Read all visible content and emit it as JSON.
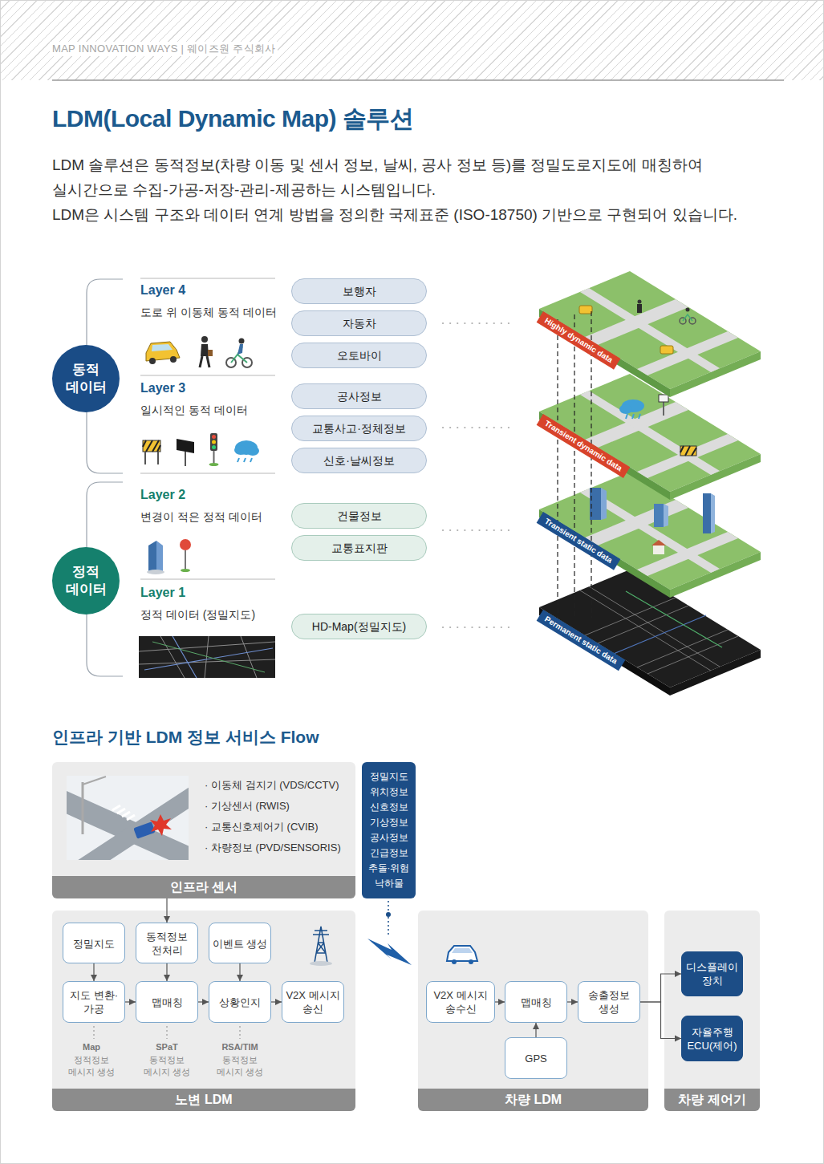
{
  "diagram": {
    "title": "LDM(Local Dynamic Map) 솔루션",
    "nodes": [
      {
        "text": [
          "동적 데이터"
        ]
      },
      {
        "text": [
          "보행자"
        ]
      },
      {
        "text": [
          "자동차"
        ]
      },
      {
        "text": [
          "오토바이"
        ]
      },
      {
        "text": [
          "공사정보"
        ]
      },
      {
        "text": [
          "교통사고·정체정보"
        ]
      },
      {
        "text": [
          "신호·날씨정보"
        ]
      },
      {
        "text": [
          "정적 데이터"
        ]
      },
      {
        "text": [
          "건물정보"
        ]
      },
      {
        "text": [
          "교통표지판"
        ]
      },
      {
        "text": [
          "HD-Map(정밀지도)"
        ]
      },
      {
        "text": [
          "Highly dynamic data"
        ]
      },
      {
        "text": [
          "Transient dynamic data"
        ]
      },
      {
        "text": [
          "Transient static data"
        ]
      },
      {
        "text": [
          "Permanent static data"
        ]
      },
      {
        "text": [
          "· 이동체 검지기 (VDS/CCTV)",
          "· 기상센서 (RWIS)",
          "· 교통신호제어기 (CVIB)",
          "· 차량정보 (PVD/SENSORIS)",
          "인프라 센서"
        ]
      },
      {
        "text": [
          "정밀지도",
          "위치정보",
          "신호정보",
          "기상정보",
          "공사정보",
          "긴급정보",
          "추돌·위험",
          "낙하물"
        ]
      },
      {
        "text": [
          "노변 LDM"
        ]
      },
      {
        "text": [
          "정밀지도"
        ],
        "in": 17
      },
      {
        "text": [
          "동적정보 전처리"
        ],
        "in": 17
      },
      {
        "text": [
          "이벤트 생성"
        ],
        "in": 17
      },
      {
        "text": [
          "지도 변환·가공"
        ],
        "in": 17
      },
      {
        "text": [
          "맵매칭"
        ],
        "in": 17
      },
      {
        "text": [
          "상황인지"
        ],
        "in": 17
      },
      {
        "text": [
          "V2X 메시지 송신"
        ],
        "in": 17
      },
      {
        "text": [
          "차량 LDM"
        ]
      },
      {
        "text": [
          "V2X 메시지 송수신"
        ],
        "in": 25
      },
      {
        "text": [
          "맵매칭"
        ],
        "in": 25
      },
      {
        "text": [
          "송출정보 생성"
        ],
        "in": 25
      },
      {
        "text": [
          "GPS"
        ],
        "in": 25
      },
      {
        "text": [
          "차량 제어기"
        ]
      },
      {
        "text": [
          "디스플레이 장치"
        ],
        "in": 30
      },
      {
        "text": [
          "자율주행 ECU(제어)"
        ],
        "in": 30
      }
    ],
    "edges": [
      {
        "from": 15,
        "to": 19,
        "arrow": "to"
      },
      {
        "from": 18,
        "to": 21,
        "arrow": "to"
      },
      {
        "from": 19,
        "to": 22,
        "arrow": "to"
      },
      {
        "from": 20,
        "to": 23,
        "arrow": "to"
      },
      {
        "from": 21,
        "to": 22,
        "arrow": "to"
      },
      {
        "from": 22,
        "to": 23,
        "arrow": "to"
      },
      {
        "from": 23,
        "to": 24,
        "arrow": "to"
      },
      {
        "from": 26,
        "to": 27,
        "arrow": "to"
      },
      {
        "from": 27,
        "to": 28,
        "arrow": "to"
      },
      {
        "from": 29,
        "to": 27,
        "arrow": "to"
      },
      {
        "from": 28,
        "to": 31,
        "arrow": "to"
      },
      {
        "from": 28,
        "to": 32,
        "arrow": "to"
      }
    ],
    "labels": [
      "MAP INNOVATION WAYS | 웨이즈원 주식회사",
      "LDM 솔루션은 동적정보(차량 이동 및 센서 정보, 날씨, 공사 정보 등)를 정밀도로지도에 매칭하여 실시간으로 수집-가공-저장-관리-제공하는 시스템입니다.",
      "LDM은 시스템 구조와 데이터 연계 방법을 정의한 국제표준 (ISO-18750) 기반으로 구현되어 있습니다.",
      "Layer 4",
      "도로 위 이동체 동적 데이터",
      "Layer 3",
      "일시적인 동적 데이터",
      "Layer 2",
      "변경이 적은 정적 데이터",
      "Layer 1",
      "정적 데이터 (정밀지도)",
      "인프라 기반 LDM 정보 서비스 Flow",
      "Map",
      "정적정보 메시지 생성",
      "SPaT",
      "동적정보 메시지 생성",
      "RSA/TIM",
      "동적정보 메시지 생성"
    ]
  }
}
